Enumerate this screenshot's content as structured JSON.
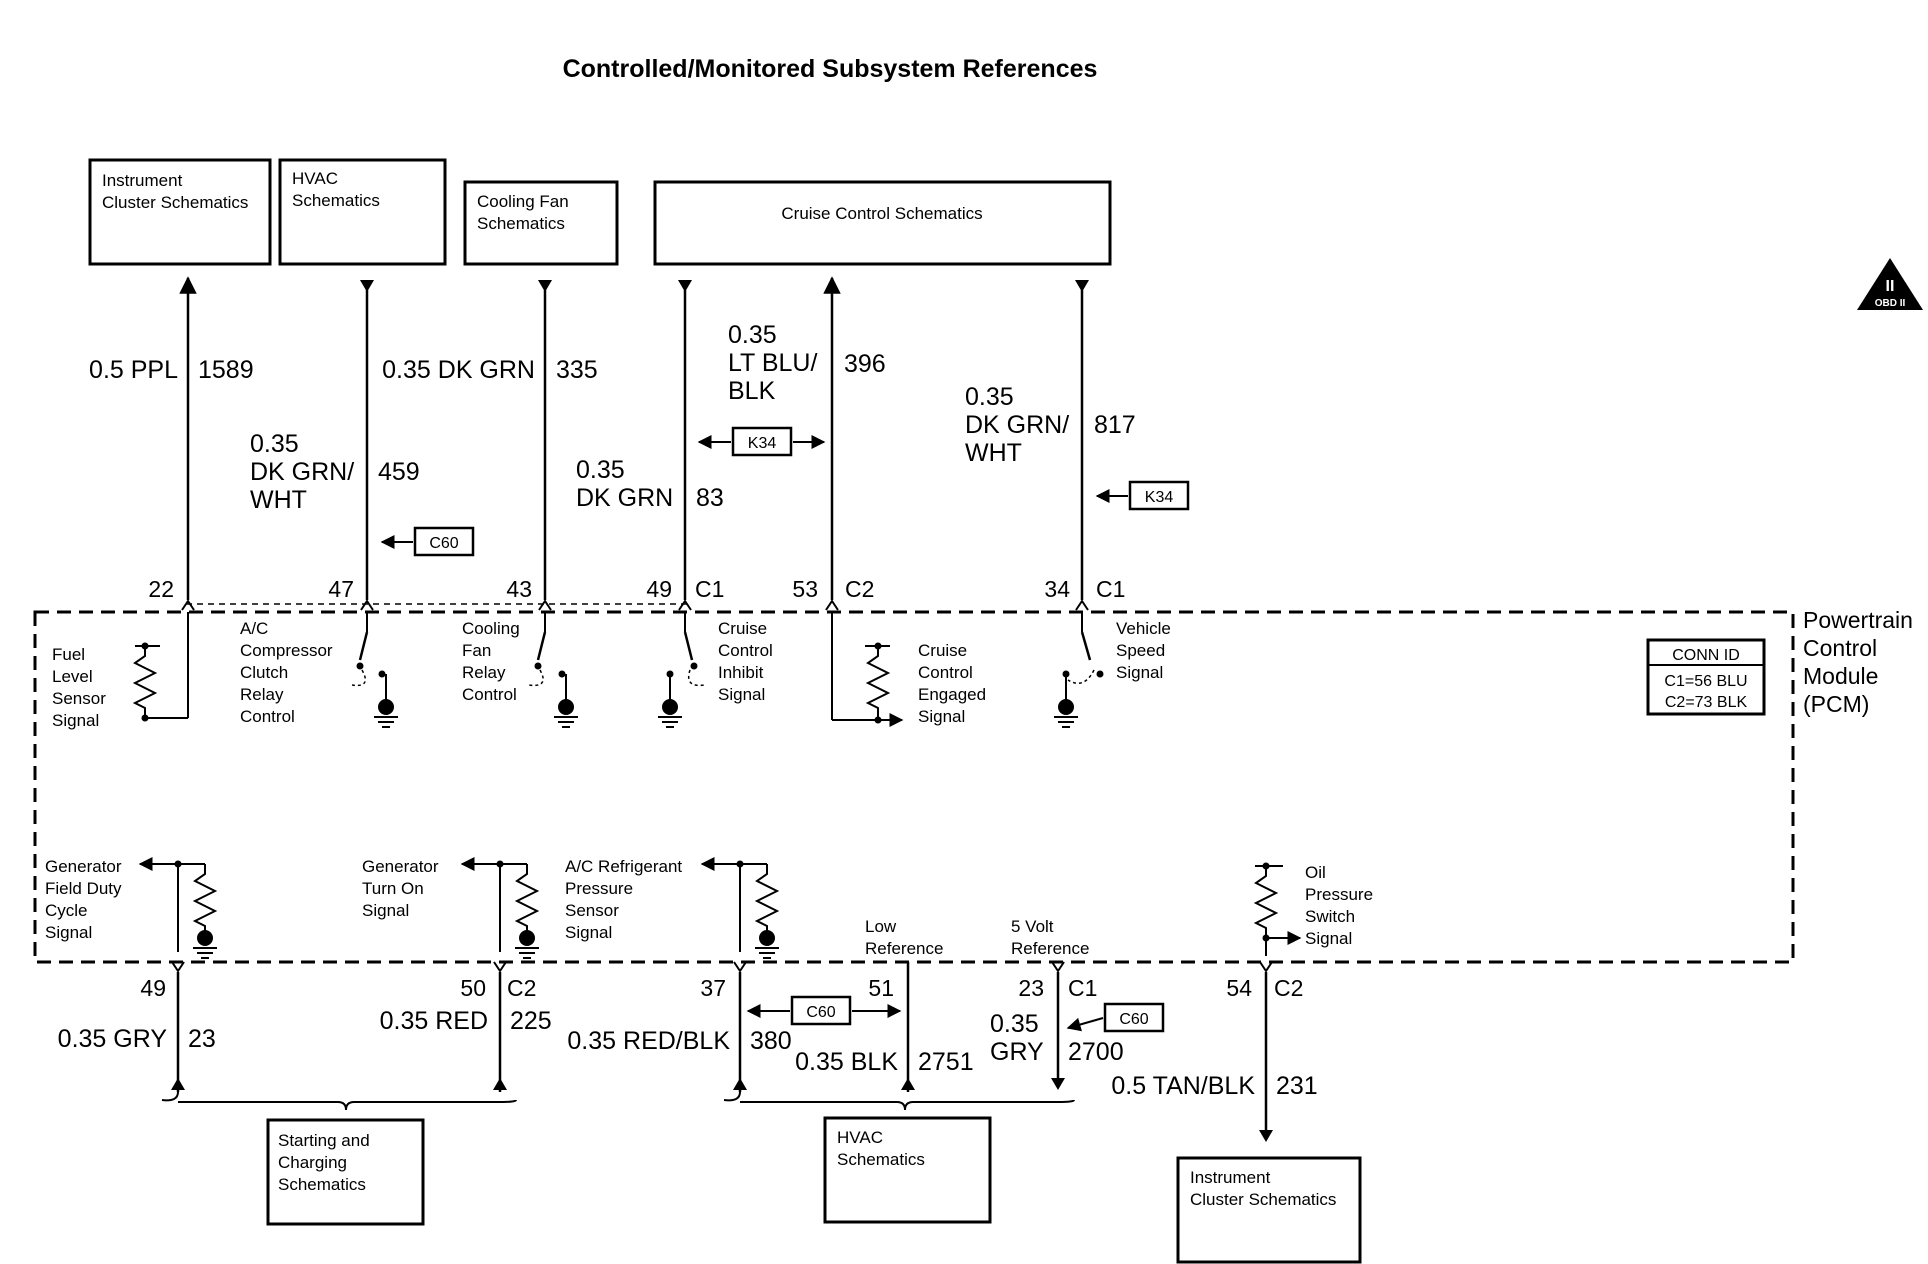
{
  "title": "Controlled/Monitored Subsystem References",
  "obd_badge": {
    "numeral": "II",
    "caption": "OBD II"
  },
  "top_boxes": {
    "instrument_cluster": [
      "Instrument",
      "Cluster Schematics"
    ],
    "hvac": [
      "HVAC",
      "Schematics"
    ],
    "cooling_fan": [
      "Cooling Fan",
      "Schematics"
    ],
    "cruise_control": "Cruise Control Schematics"
  },
  "top_wires": {
    "w1589": {
      "size_color": [
        "0.5 PPL"
      ],
      "circuit": "1589",
      "pin": "22",
      "connector": ""
    },
    "w459": {
      "size_color": [
        "0.35",
        "DK GRN/",
        "WHT"
      ],
      "circuit": "459",
      "pin": "47",
      "connector": ""
    },
    "w335": {
      "size_color": [
        "0.35 DK GRN"
      ],
      "circuit": "335",
      "pin": "43",
      "connector": ""
    },
    "w83": {
      "size_color": [
        "0.35",
        "DK GRN"
      ],
      "circuit": "83",
      "pin": "49",
      "connector": "C1"
    },
    "w396": {
      "size_color": [
        "0.35",
        "LT BLU/",
        "BLK"
      ],
      "circuit": "396",
      "pin": "53",
      "connector": "C2"
    },
    "w817": {
      "size_color": [
        "0.35",
        "DK GRN/",
        "WHT"
      ],
      "circuit": "817",
      "pin": "34",
      "connector": "C1"
    }
  },
  "options": {
    "c60": "C60",
    "k34": "K34"
  },
  "pcm": {
    "name": [
      "Powertrain",
      "Control",
      "Module",
      "(PCM)"
    ],
    "conn_id": {
      "header": "CONN ID",
      "rows": [
        "C1=56 BLU",
        "C2=73 BLK"
      ]
    }
  },
  "upper_signals": {
    "fuel_level": [
      "Fuel",
      "Level",
      "Sensor",
      "Signal"
    ],
    "ac_clutch": [
      "A/C",
      "Compressor",
      "Clutch",
      "Relay",
      "Control"
    ],
    "cooling_fan": [
      "Cooling",
      "Fan",
      "Relay",
      "Control"
    ],
    "cruise_inhibit": [
      "Cruise",
      "Control",
      "Inhibit",
      "Signal"
    ],
    "cruise_engaged": [
      "Cruise",
      "Control",
      "Engaged",
      "Signal"
    ],
    "vehicle_speed": [
      "Vehicle",
      "Speed",
      "Signal"
    ]
  },
  "lower_signals": {
    "gen_field": [
      "Generator",
      "Field Duty",
      "Cycle",
      "Signal"
    ],
    "gen_turn_on": [
      "Generator",
      "Turn On",
      "Signal"
    ],
    "ac_pressure": [
      "A/C Refrigerant",
      "Pressure",
      "Sensor",
      "Signal"
    ],
    "low_ref": [
      "Low",
      "Reference"
    ],
    "five_volt": [
      "5 Volt",
      "Reference"
    ],
    "oil_pressure": [
      "Oil",
      "Pressure",
      "Switch",
      "Signal"
    ]
  },
  "bottom_wires": {
    "w23": {
      "size_color": [
        "0.35 GRY"
      ],
      "circuit": "23",
      "pin": "49",
      "connector": ""
    },
    "w225": {
      "size_color": [
        "0.35 RED"
      ],
      "circuit": "225",
      "pin": "50",
      "connector": "C2"
    },
    "w380": {
      "size_color": [
        "0.35 RED/BLK"
      ],
      "circuit": "380",
      "pin": "37",
      "connector": ""
    },
    "w2751": {
      "size_color": [
        "0.35 BLK"
      ],
      "circuit": "2751",
      "pin": "51",
      "connector": ""
    },
    "w2700": {
      "size_color": [
        "0.35",
        "GRY"
      ],
      "circuit": "2700",
      "pin": "23",
      "connector": "C1"
    },
    "w231": {
      "size_color": [
        "0.5 TAN/BLK"
      ],
      "circuit": "231",
      "pin": "54",
      "connector": "C2"
    }
  },
  "bottom_boxes": {
    "starting_charging": [
      "Starting and",
      "Charging",
      "Schematics"
    ],
    "hvac": [
      "HVAC",
      "Schematics"
    ],
    "instrument_cluster": [
      "Instrument",
      "Cluster Schematics"
    ]
  }
}
